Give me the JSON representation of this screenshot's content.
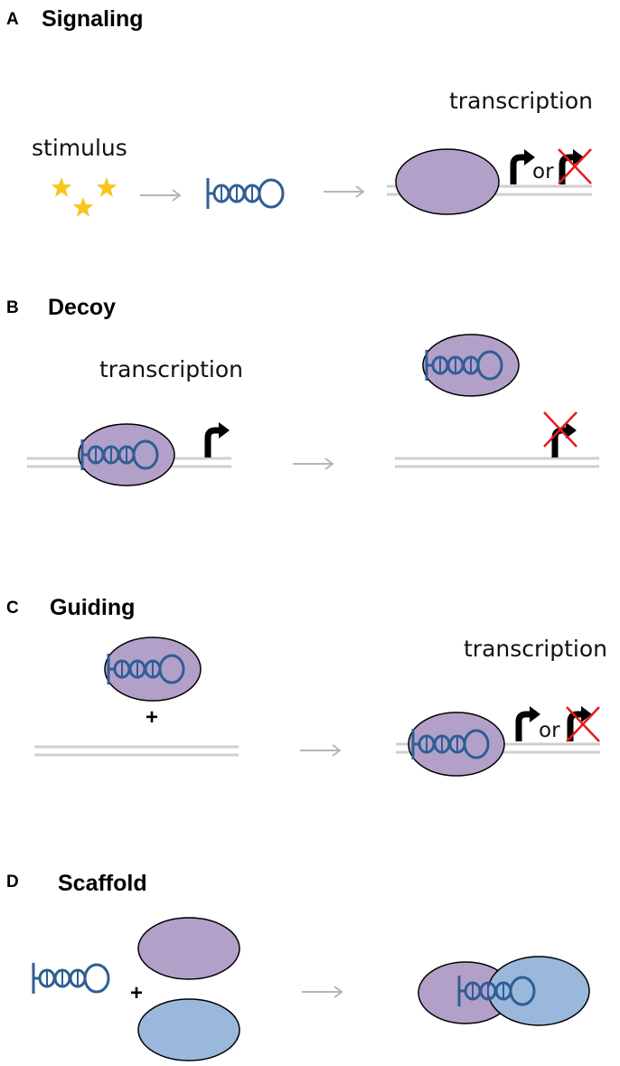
{
  "colors": {
    "protein_purple": "#b3a0c9",
    "protein_blue": "#99b8dc",
    "rna_blue": "#2f5e95",
    "star_gold": "#f8c51c",
    "dna_gray": "#cfcfcf",
    "arrow_gray": "#b5b5b5",
    "cross_red": "#e8191b"
  },
  "icons": [
    "star-icon",
    "lncrna-hairpin-icon",
    "promoter-arrow-icon",
    "cross-icon",
    "reaction-arrow-icon"
  ],
  "panels": {
    "a": {
      "letter": "A",
      "title": "Signaling",
      "stimulus": "stimulus",
      "transcription": "transcription",
      "or": "or"
    },
    "b": {
      "letter": "B",
      "title": "Decoy",
      "transcription": "transcription"
    },
    "c": {
      "letter": "C",
      "title": "Guiding",
      "plus": "+",
      "transcription": "transcription",
      "or": "or"
    },
    "d": {
      "letter": "D",
      "title": "Scaffold",
      "plus": "+"
    }
  }
}
